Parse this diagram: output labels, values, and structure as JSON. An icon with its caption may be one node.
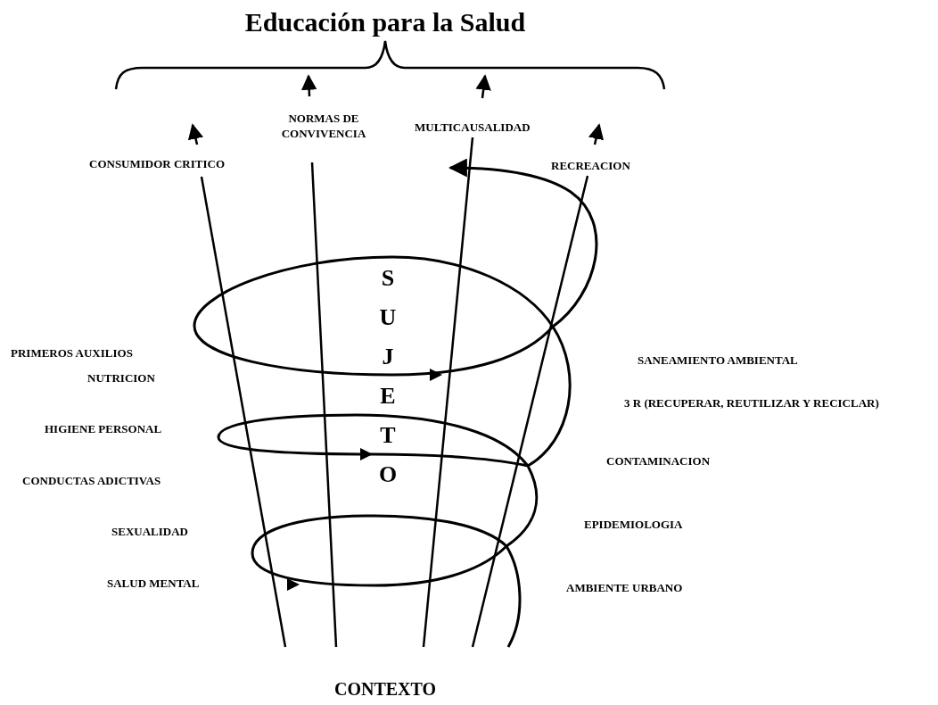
{
  "diagram": {
    "title": "Educación para la Salud",
    "labels": [
      "NORMAS DE CONVIVENCIA",
      "MULTICAUSALIDAD",
      "CONSUMIDOR CRITICO",
      "RECREACION",
      "SUJETO",
      "PRIMEROS AUXILIOS",
      "SANEAMIENTO AMBIENTAL",
      "NUTRICION",
      "3 R (RECUPERAR, REUTILIZAR Y RECICLAR)",
      "HIGIENE PERSONAL",
      "CONTAMINACION",
      "CONDUCTAS ADICTIVAS",
      "SEXUALIDAD",
      "EPIDEMIOLOGIA",
      "SALUD MENTAL",
      "AMBIENTE URBANO",
      "CONTEXTO"
    ]
  }
}
